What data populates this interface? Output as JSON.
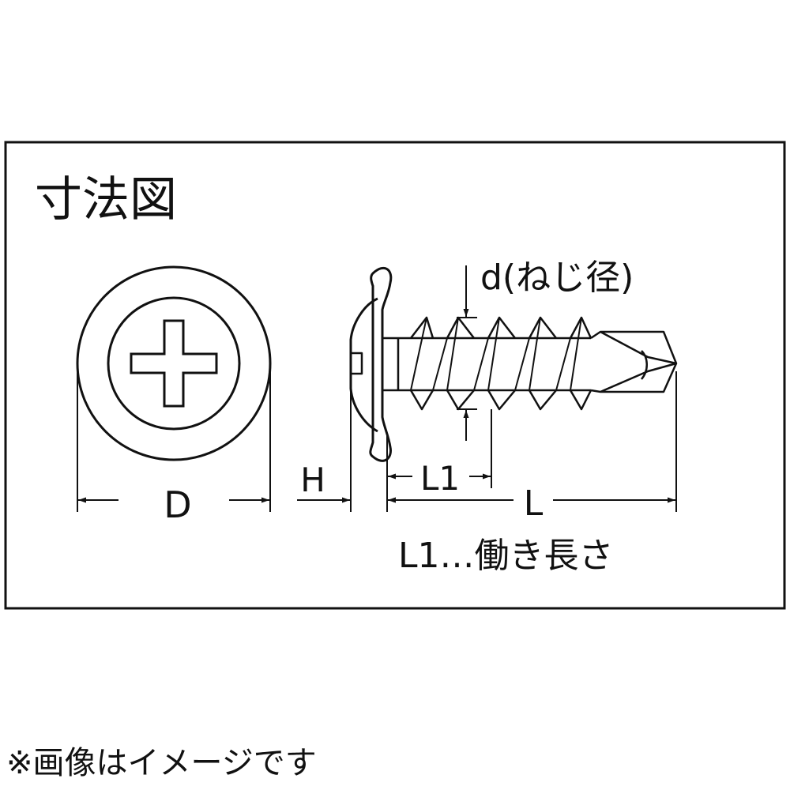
{
  "diagram": {
    "title": "寸法図",
    "labels": {
      "D": "D",
      "H": "H",
      "d": "d(ねじ径)",
      "L1": "L1",
      "L": "L",
      "legend": "L1…働き長さ"
    }
  },
  "footer": {
    "note": "※画像はイメージです"
  }
}
